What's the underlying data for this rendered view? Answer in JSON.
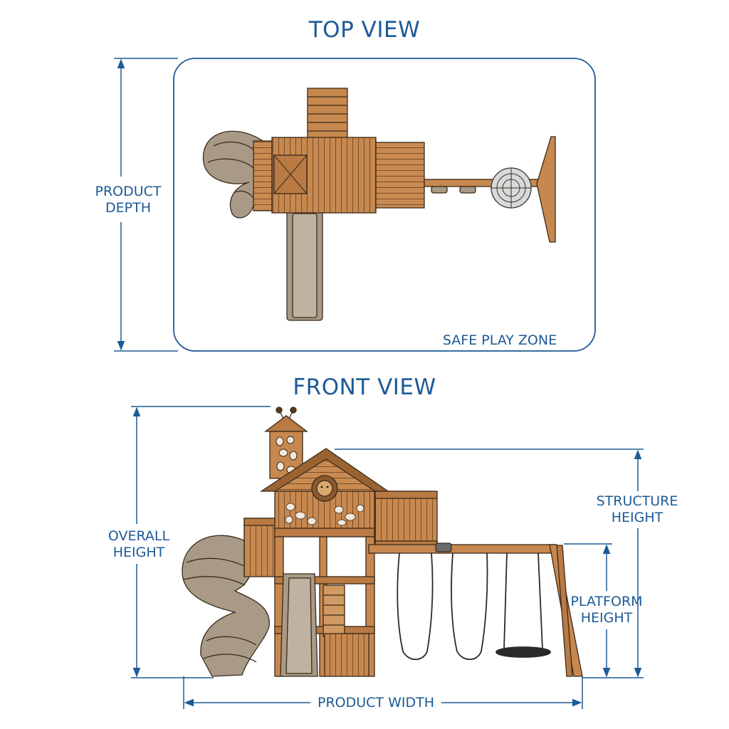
{
  "top_view": {
    "title": "TOP VIEW",
    "depth_label": [
      "PRODUCT",
      "DEPTH"
    ],
    "zone_label": "SAFE PLAY ZONE"
  },
  "front_view": {
    "title": "FRONT VIEW",
    "overall_height_label": [
      "OVERALL",
      "HEIGHT"
    ],
    "structure_height_label": [
      "STRUCTURE",
      "HEIGHT"
    ],
    "platform_height_label": [
      "PLATFORM",
      "HEIGHT"
    ],
    "width_label": "PRODUCT WIDTH"
  },
  "colors": {
    "accent": "#1d5a96",
    "wood": "#c7884f",
    "wood_dark": "#8a5a2e",
    "slide": "#a89a86",
    "outline": "#3b2a1a"
  },
  "icons": [
    "lion-emblem-icon",
    "tube-slide-icon",
    "rock-climb-wall-icon"
  ]
}
